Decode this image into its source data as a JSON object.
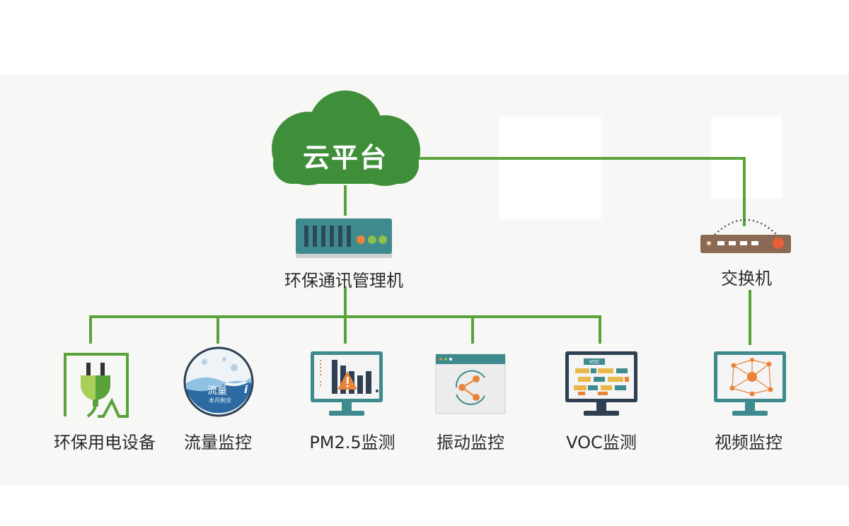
{
  "cloud": {
    "label": "云平台"
  },
  "hub": {
    "label": "环保通讯管理机"
  },
  "switch": {
    "label": "交换机"
  },
  "devices": [
    {
      "label": "环保用电设备",
      "icon": "power-plug-icon"
    },
    {
      "label": "流量监控",
      "icon": "water-flow-gauge-icon",
      "badge_title": "流量",
      "badge_sub": "本月剩余",
      "badge_mark": "i"
    },
    {
      "label": "PM2.5监测",
      "icon": "pm25-monitor-icon"
    },
    {
      "label": "振动监控",
      "icon": "vibration-monitor-icon"
    },
    {
      "label": "VOC监测",
      "icon": "voc-monitor-icon",
      "screen_tag": "VOC"
    },
    {
      "label": "视频监控",
      "icon": "video-network-monitor-icon"
    }
  ],
  "colors": {
    "green": "#5aa23a",
    "cloud_green": "#3f8f3a",
    "teal": "#3f8a8f",
    "panel": "#f7f7f5",
    "orange": "#e8843a",
    "router_brown": "#8b6a55"
  }
}
